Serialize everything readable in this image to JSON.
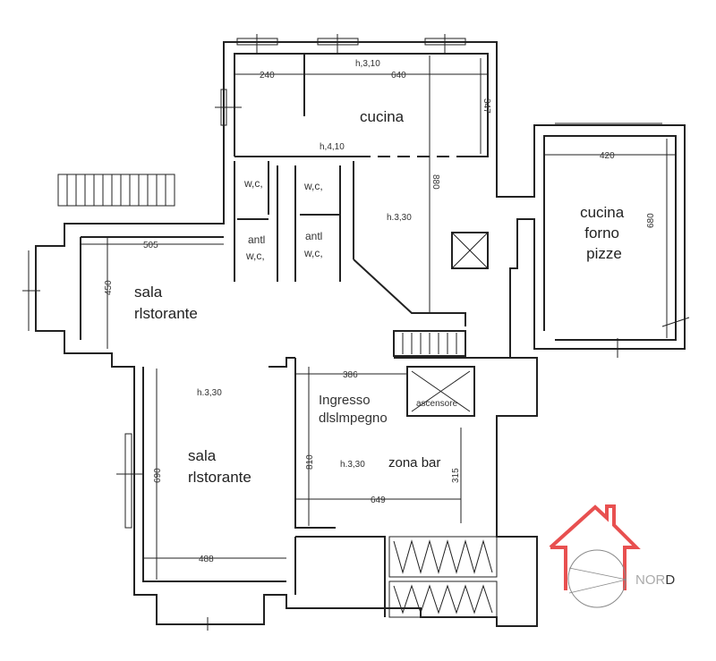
{
  "plan": {
    "cucina": {
      "label": "cucina",
      "height_top": "h,3,10",
      "height_bottom": "h,4,10",
      "dim_w1": "240",
      "dim_w2": "640",
      "dim_h": "347"
    },
    "corridor": {
      "height": "h.3,30",
      "dim_h": "880"
    },
    "cucina_forno": {
      "line1": "cucina",
      "line2": "forno",
      "line3": "pizze",
      "dim_w": "420",
      "dim_h": "680"
    },
    "wc_left": {
      "top": "w,c,",
      "ante1": "antl",
      "ante2": "w,c,"
    },
    "wc_right": {
      "top": "w,c,",
      "ante1": "antl",
      "ante2": "w,c,"
    },
    "sala_upper": {
      "line1": "sala",
      "line2": "rlstorante",
      "dim_w": "505",
      "dim_h": "450"
    },
    "sala_lower": {
      "line1": "sala",
      "line2": "rlstorante",
      "height": "h.3,30",
      "dim_h": "690",
      "dim_w": "488"
    },
    "ingresso": {
      "line1": "Ingresso",
      "line2": "dlslmpegno",
      "dim_w": "386",
      "dim_h": "810"
    },
    "ascensore": {
      "label": "ascensore"
    },
    "zona_bar": {
      "label": "zona bar",
      "height": "h.3,30",
      "dim_w": "649",
      "dim_h": "315"
    }
  },
  "logo": {
    "text_light": "NOR",
    "text_dark": "D",
    "color": "#e85050"
  }
}
